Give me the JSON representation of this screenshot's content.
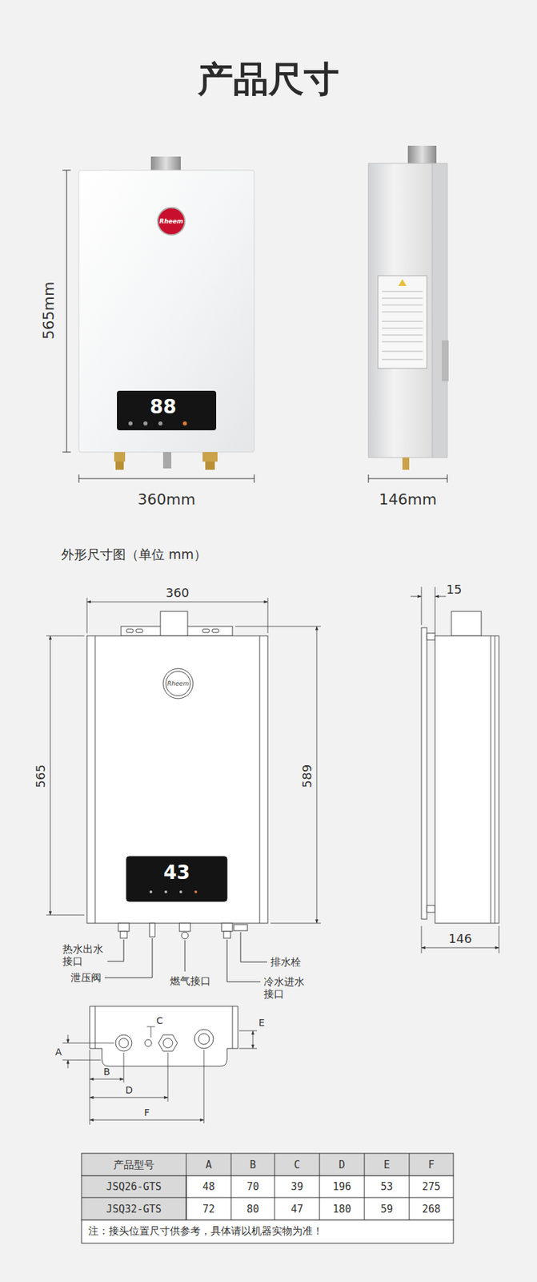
{
  "diagram": {
    "title": "产品尺寸",
    "labels": [
      "565mm",
      "360mm",
      "146mm",
      "88",
      "外形尺寸图（单位 mm）",
      "360",
      "15",
      "565",
      "589",
      "43",
      "146",
      "热水出水接口",
      "泄压阀",
      "燃气接口",
      "排水栓",
      "冷水进水接口",
      "C",
      "E",
      "A",
      "B",
      "D",
      "F",
      "产品型号",
      "A",
      "B",
      "C",
      "D",
      "E",
      "F",
      "JSQ26-GTS",
      "48",
      "70",
      "39",
      "196",
      "53",
      "275",
      "JSQ32-GTS",
      "72",
      "80",
      "47",
      "180",
      "59",
      "268",
      "注：接头位置尺寸供参考，具体请以机器实物为准！",
      "Rheem",
      "Rheem"
    ]
  }
}
